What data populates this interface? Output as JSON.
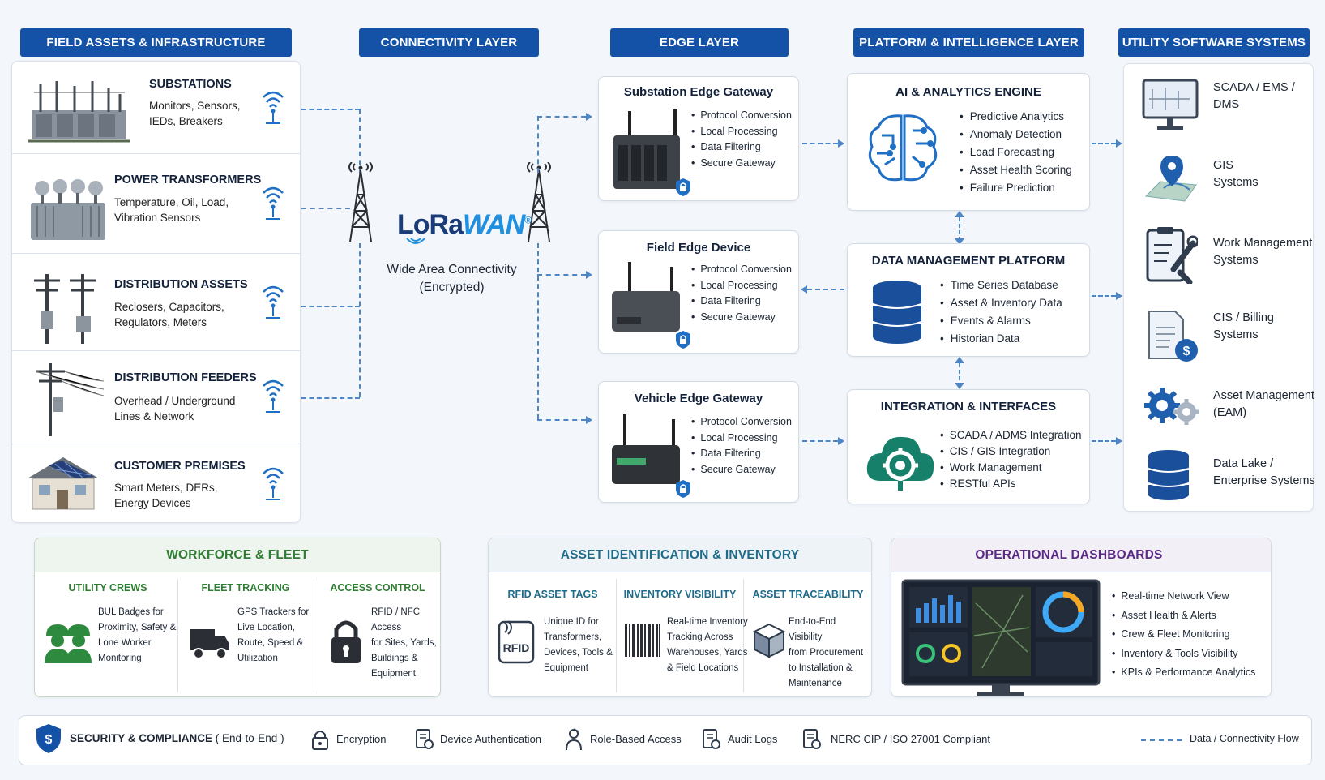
{
  "headers": {
    "field": "FIELD ASSETS & INFRASTRUCTURE",
    "connectivity": "CONNECTIVITY LAYER",
    "edge": "EDGE LAYER",
    "platform": "PLATFORM & INTELLIGENCE LAYER",
    "utility": "UTILITY SOFTWARE SYSTEMS"
  },
  "field_assets": [
    {
      "title": "SUBSTATIONS",
      "sub1": "Monitors, Sensors,",
      "sub2": "IEDs, Breakers",
      "icon": "substation-icon"
    },
    {
      "title": "POWER TRANSFORMERS",
      "sub1": "Temperature, Oil, Load,",
      "sub2": "Vibration Sensors",
      "icon": "transformer-icon"
    },
    {
      "title": "DISTRIBUTION ASSETS",
      "sub1": "Reclosers, Capacitors,",
      "sub2": "Regulators, Meters",
      "icon": "utility-pole-icon"
    },
    {
      "title": "DISTRIBUTION FEEDERS",
      "sub1": "Overhead / Underground",
      "sub2": "Lines & Network",
      "icon": "power-line-icon"
    },
    {
      "title": "CUSTOMER PREMISES",
      "sub1": "Smart Meters, DERs,",
      "sub2": "Energy Devices",
      "icon": "house-solar-icon"
    }
  ],
  "connectivity": {
    "logo_pre": "LoRa",
    "logo_post": "WAN",
    "logo_mark": "®",
    "line1": "Wide Area Connectivity",
    "line2": "(Encrypted)"
  },
  "edge": [
    {
      "title": "Substation Edge Gateway",
      "items": [
        "Protocol Conversion",
        "Local Processing",
        "Data Filtering",
        "Secure Gateway"
      ]
    },
    {
      "title": "Field Edge Device",
      "items": [
        "Protocol Conversion",
        "Local Processing",
        "Data Filtering",
        "Secure Gateway"
      ]
    },
    {
      "title": "Vehicle Edge Gateway",
      "items": [
        "Protocol Conversion",
        "Local Processing",
        "Data Filtering",
        "Secure Gateway"
      ]
    }
  ],
  "platform": [
    {
      "title": "AI & ANALYTICS ENGINE",
      "items": [
        "Predictive Analytics",
        "Anomaly Detection",
        "Load Forecasting",
        "Asset Health Scoring",
        "Failure Prediction"
      ],
      "icon": "brain-icon"
    },
    {
      "title": "DATA MANAGEMENT PLATFORM",
      "items": [
        "Time Series Database",
        "Asset & Inventory Data",
        "Events & Alarms",
        "Historian Data"
      ],
      "icon": "database-icon"
    },
    {
      "title": "INTEGRATION & INTERFACES",
      "items": [
        "SCADA / ADMS Integration",
        "CIS / GIS Integration",
        "Work Management",
        "RESTful APIs"
      ],
      "icon": "cloud-gear-icon"
    }
  ],
  "systems": [
    {
      "l1": "SCADA / EMS /",
      "l2": "DMS",
      "icon": "monitor-icon"
    },
    {
      "l1": "GIS",
      "l2": "Systems",
      "icon": "map-pin-icon"
    },
    {
      "l1": "Work Management",
      "l2": "Systems",
      "icon": "clipboard-wrench-icon"
    },
    {
      "l1": "CIS / Billing",
      "l2": "Systems",
      "icon": "invoice-dollar-icon"
    },
    {
      "l1": "Asset Management",
      "l2": "(EAM)",
      "icon": "gears-icon"
    },
    {
      "l1": "Data Lake /",
      "l2": "Enterprise Systems",
      "icon": "database-icon"
    }
  ],
  "workforce": {
    "title": "WORKFORCE & FLEET",
    "cols": [
      {
        "title": "UTILITY CREWS",
        "lines": [
          "BUL Badges for",
          "Proximity, Safety &",
          "Lone Worker",
          "Monitoring"
        ]
      },
      {
        "title": "FLEET TRACKING",
        "lines": [
          "GPS Trackers for",
          "Live Location,",
          "Route, Speed &",
          "Utilization"
        ]
      },
      {
        "title": "ACCESS CONTROL",
        "lines": [
          "RFID / NFC Access",
          "for Sites, Yards,",
          "Buildings &",
          "Equipment"
        ]
      }
    ]
  },
  "asset_id": {
    "title": "ASSET IDENTIFICATION & INVENTORY",
    "rfid_label": "RFID",
    "cols": [
      {
        "title": "RFID ASSET TAGS",
        "lines": [
          "Unique ID for",
          "Transformers,",
          "Devices, Tools &",
          "Equipment"
        ]
      },
      {
        "title": "INVENTORY VISIBILITY",
        "lines": [
          "Real-time Inventory",
          "Tracking Across",
          "Warehouses, Yards",
          "& Field Locations"
        ]
      },
      {
        "title": "ASSET TRACEABILITY",
        "lines": [
          "End-to-End Visibility",
          "from Procurement",
          "to Installation &",
          "Maintenance"
        ]
      }
    ]
  },
  "dashboards": {
    "title": "OPERATIONAL DASHBOARDS",
    "items": [
      "Real-time Network View",
      "Asset Health & Alerts",
      "Crew & Fleet Monitoring",
      "Inventory & Tools Visibility",
      "KPIs & Performance Analytics"
    ]
  },
  "footer": {
    "security": "SECURITY & COMPLIANCE",
    "security_sub": "( End-to-End )",
    "items": [
      "Encryption",
      "Device Authentication",
      "Role-Based Access",
      "Audit Logs",
      "NERC CIP / ISO 27001 Compliant"
    ],
    "legend": "Data / Connectivity Flow"
  },
  "colors": {
    "header_blue": "#1452a8",
    "flow_blue": "#4d86c6",
    "workforce_green": "#2e7d32",
    "asset_teal": "#1e6b8a",
    "dash_purple": "#5b2a86"
  }
}
